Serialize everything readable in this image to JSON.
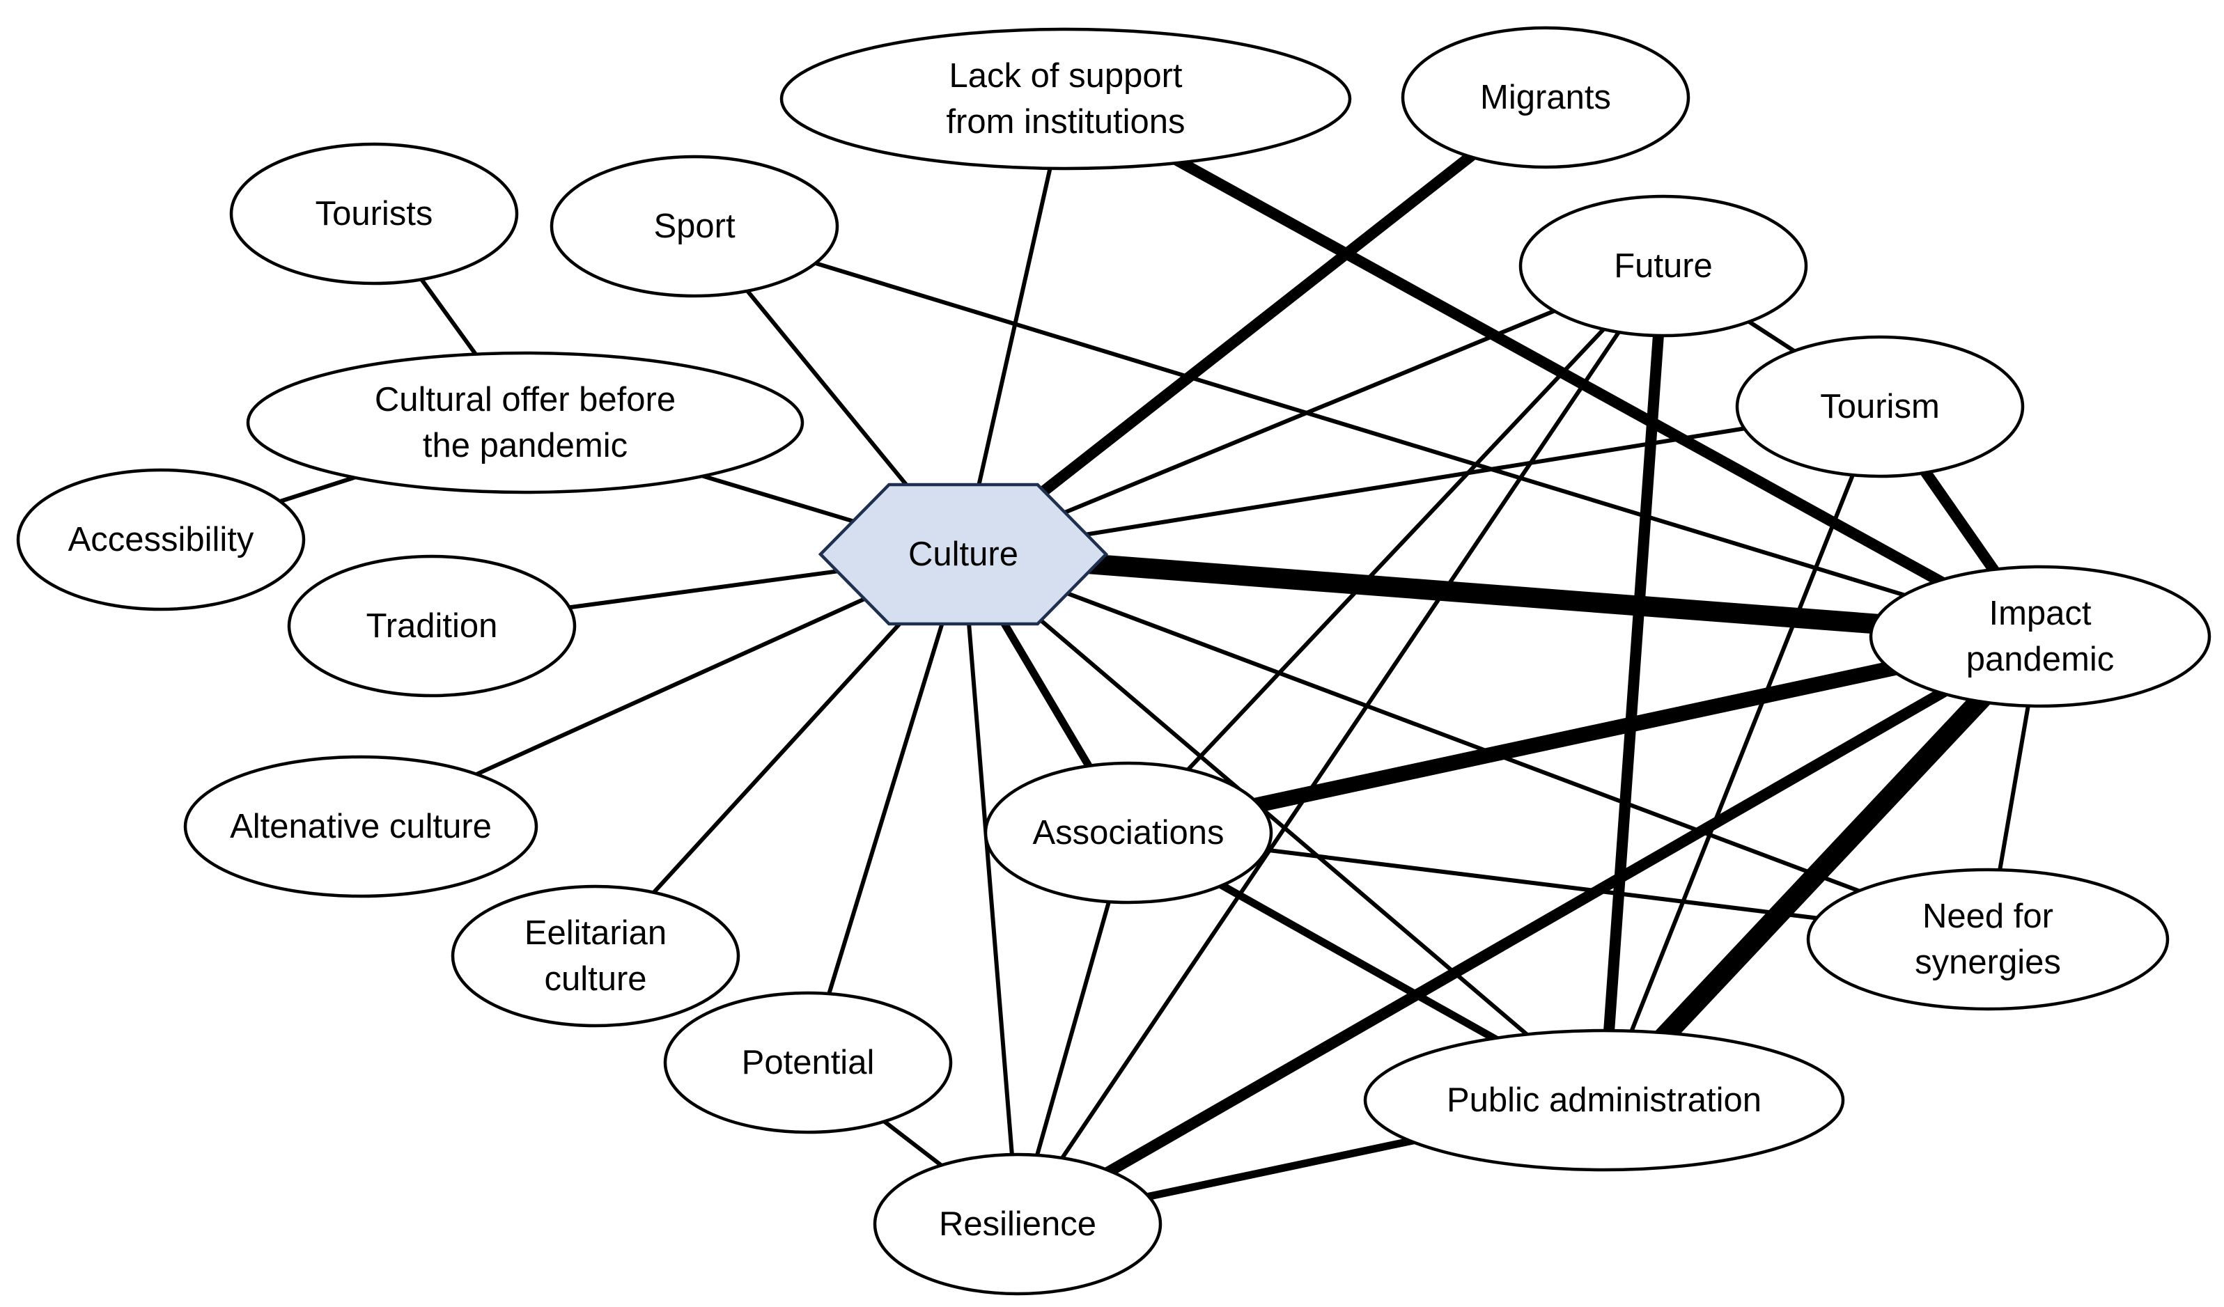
{
  "diagram": {
    "type": "network",
    "nodes": [
      {
        "id": "culture",
        "shape": "hexagon",
        "lines": [
          "Culture"
        ]
      },
      {
        "id": "lack_support",
        "shape": "ellipse",
        "lines": [
          "Lack of support",
          "from institutions"
        ]
      },
      {
        "id": "migrants",
        "shape": "ellipse",
        "lines": [
          "Migrants"
        ]
      },
      {
        "id": "tourists",
        "shape": "ellipse",
        "lines": [
          "Tourists"
        ]
      },
      {
        "id": "sport",
        "shape": "ellipse",
        "lines": [
          "Sport"
        ]
      },
      {
        "id": "future",
        "shape": "ellipse",
        "lines": [
          "Future"
        ]
      },
      {
        "id": "cultural_offer",
        "shape": "ellipse",
        "lines": [
          "Cultural offer before",
          "the pandemic"
        ]
      },
      {
        "id": "tourism",
        "shape": "ellipse",
        "lines": [
          "Tourism"
        ]
      },
      {
        "id": "accessibility",
        "shape": "ellipse",
        "lines": [
          "Accessibility"
        ]
      },
      {
        "id": "tradition",
        "shape": "ellipse",
        "lines": [
          "Tradition"
        ]
      },
      {
        "id": "impact_pandemic",
        "shape": "ellipse",
        "lines": [
          "Impact",
          "pandemic"
        ]
      },
      {
        "id": "alternative_culture",
        "shape": "ellipse",
        "lines": [
          "Altenative culture"
        ]
      },
      {
        "id": "associations",
        "shape": "ellipse",
        "lines": [
          "Associations"
        ]
      },
      {
        "id": "eelitarian_culture",
        "shape": "ellipse",
        "lines": [
          "Eelitarian",
          "culture"
        ]
      },
      {
        "id": "need_synergies",
        "shape": "ellipse",
        "lines": [
          "Need for",
          "synergies"
        ]
      },
      {
        "id": "potential",
        "shape": "ellipse",
        "lines": [
          "Potential"
        ]
      },
      {
        "id": "public_admin",
        "shape": "ellipse",
        "lines": [
          "Public administration"
        ]
      },
      {
        "id": "resilience",
        "shape": "ellipse",
        "lines": [
          "Resilience"
        ]
      }
    ],
    "edges": [
      {
        "from": "culture",
        "to": "lack_support",
        "weight": 1
      },
      {
        "from": "culture",
        "to": "migrants",
        "weight": 3
      },
      {
        "from": "culture",
        "to": "sport",
        "weight": 1
      },
      {
        "from": "culture",
        "to": "future",
        "weight": 1
      },
      {
        "from": "culture",
        "to": "cultural_offer",
        "weight": 1
      },
      {
        "from": "culture",
        "to": "tourism",
        "weight": 1
      },
      {
        "from": "culture",
        "to": "tradition",
        "weight": 1
      },
      {
        "from": "culture",
        "to": "impact_pandemic",
        "weight": 5
      },
      {
        "from": "culture",
        "to": "alternative_culture",
        "weight": 1
      },
      {
        "from": "culture",
        "to": "associations",
        "weight": 2
      },
      {
        "from": "culture",
        "to": "eelitarian_culture",
        "weight": 1
      },
      {
        "from": "culture",
        "to": "need_synergies",
        "weight": 1
      },
      {
        "from": "culture",
        "to": "potential",
        "weight": 1
      },
      {
        "from": "culture",
        "to": "public_admin",
        "weight": 1
      },
      {
        "from": "culture",
        "to": "resilience",
        "weight": 1
      },
      {
        "from": "tourists",
        "to": "cultural_offer",
        "weight": 1
      },
      {
        "from": "accessibility",
        "to": "cultural_offer",
        "weight": 1
      },
      {
        "from": "lack_support",
        "to": "impact_pandemic",
        "weight": 3
      },
      {
        "from": "sport",
        "to": "impact_pandemic",
        "weight": 1
      },
      {
        "from": "future",
        "to": "tourism",
        "weight": 1
      },
      {
        "from": "future",
        "to": "public_admin",
        "weight": 3
      },
      {
        "from": "future",
        "to": "associations",
        "weight": 1
      },
      {
        "from": "future",
        "to": "resilience",
        "weight": 1
      },
      {
        "from": "tourism",
        "to": "impact_pandemic",
        "weight": 3
      },
      {
        "from": "tourism",
        "to": "public_admin",
        "weight": 1
      },
      {
        "from": "impact_pandemic",
        "to": "associations",
        "weight": 4
      },
      {
        "from": "impact_pandemic",
        "to": "public_admin",
        "weight": 5
      },
      {
        "from": "impact_pandemic",
        "to": "resilience",
        "weight": 3
      },
      {
        "from": "impact_pandemic",
        "to": "need_synergies",
        "weight": 1
      },
      {
        "from": "associations",
        "to": "need_synergies",
        "weight": 1
      },
      {
        "from": "associations",
        "to": "public_admin",
        "weight": 2
      },
      {
        "from": "associations",
        "to": "resilience",
        "weight": 1
      },
      {
        "from": "potential",
        "to": "resilience",
        "weight": 1
      },
      {
        "from": "resilience",
        "to": "public_admin",
        "weight": 2
      }
    ]
  },
  "colors": {
    "hexagon_fill": "#d6dff0",
    "hexagon_stroke": "#1f2f4f",
    "node_fill": "#ffffff",
    "stroke": "#000000",
    "text": "#000000"
  }
}
